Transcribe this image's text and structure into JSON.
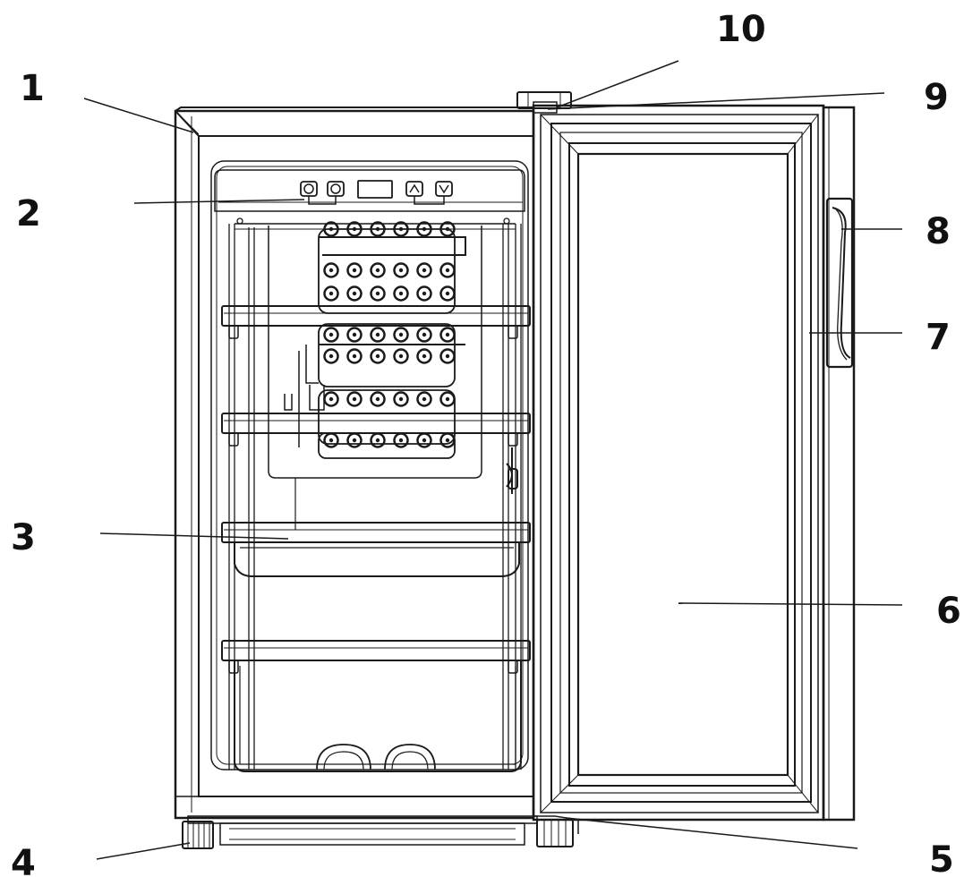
{
  "diagram": {
    "stroke_color": "#1a1a1a",
    "background": "#ffffff",
    "callouts": [
      {
        "id": "1",
        "label": "1"
      },
      {
        "id": "2",
        "label": "2"
      },
      {
        "id": "3",
        "label": "3"
      },
      {
        "id": "4",
        "label": "4"
      },
      {
        "id": "5",
        "label": "5"
      },
      {
        "id": "6",
        "label": "6"
      },
      {
        "id": "7",
        "label": "7"
      },
      {
        "id": "8",
        "label": "8"
      },
      {
        "id": "9",
        "label": "9"
      },
      {
        "id": "10",
        "label": "10"
      }
    ]
  }
}
